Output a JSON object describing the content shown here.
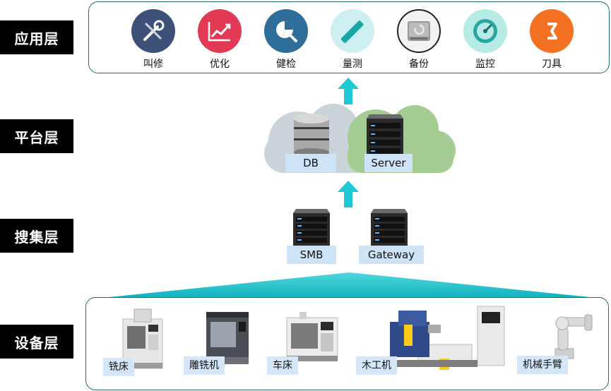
{
  "layers": {
    "application": "应用层",
    "platform": "平台层",
    "collection": "搜集层",
    "device": "设备层"
  },
  "apps": [
    {
      "label": "叫修",
      "icon": "wrench-screwdriver-icon",
      "color": "#3d5178"
    },
    {
      "label": "优化",
      "icon": "trend-chart-icon",
      "color": "#e23a55"
    },
    {
      "label": "健检",
      "icon": "inspection-chart-icon",
      "color": "#2f6e9b"
    },
    {
      "label": "量测",
      "icon": "ruler-icon",
      "color": "#cdeff2"
    },
    {
      "label": "备份",
      "icon": "hard-drive-icon",
      "color": "#f2f2f2"
    },
    {
      "label": "监控",
      "icon": "gauge-icon",
      "color": "#b7ece6"
    },
    {
      "label": "刀具",
      "icon": "tool-icon",
      "color": "#f47022"
    }
  ],
  "platform": {
    "db": "DB",
    "server": "Server"
  },
  "collection": {
    "smb": "SMB",
    "gateway": "Gateway"
  },
  "devices": [
    {
      "label": "铣床"
    },
    {
      "label": "雕铣机"
    },
    {
      "label": "车床"
    },
    {
      "label": "木工机"
    },
    {
      "label": "机械手臂"
    }
  ]
}
